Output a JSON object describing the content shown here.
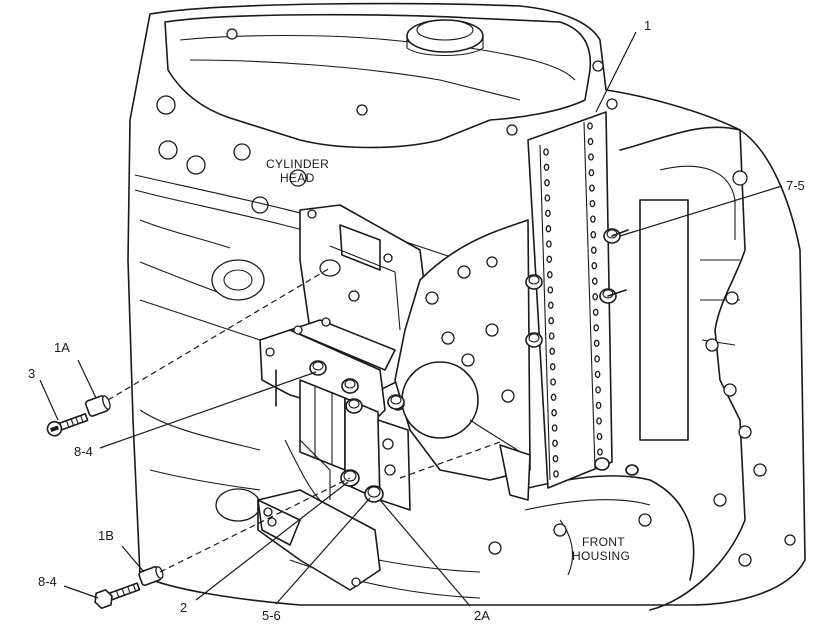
{
  "callouts": {
    "c1": "1",
    "c7_5": "7-5",
    "c1A": "1A",
    "c3": "3",
    "c8_4_upper": "8-4",
    "c1B": "1B",
    "c8_4_lower": "8-4",
    "c2": "2",
    "c5_6": "5-6",
    "c2A": "2A"
  },
  "captions": {
    "cylinder_head_line1": "CYLINDER",
    "cylinder_head_line2": "HEAD",
    "front_housing_line1": "FRONT",
    "front_housing_line2": "HOUSING"
  }
}
